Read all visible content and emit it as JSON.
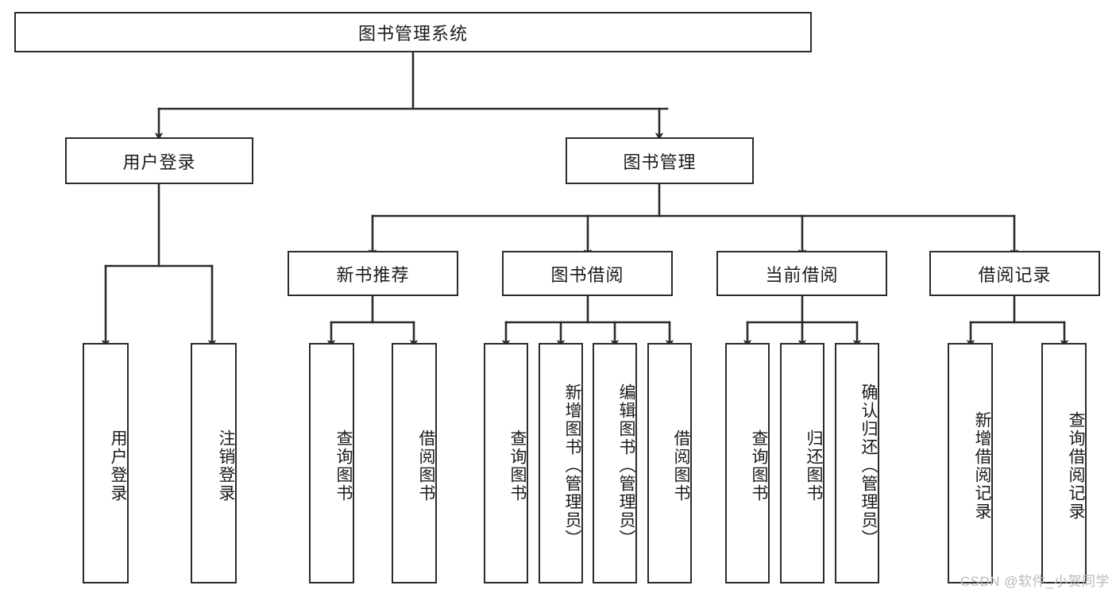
{
  "diagram": {
    "type": "tree-hierarchy-chart",
    "title": "图书管理系统",
    "watermark": "CSDN @软件_小贺同学",
    "colors": {
      "box_border": "#2b2b2b",
      "box_fill": "#ffffff",
      "line": "#2b2b2b",
      "text": "#1b1b1b",
      "watermark": "#b9b9b9"
    },
    "levels": {
      "root": {
        "label": "图书管理系统"
      },
      "level2": [
        {
          "id": "user-login",
          "label": "用户登录"
        },
        {
          "id": "book-manage",
          "label": "图书管理"
        }
      ],
      "level3": [
        {
          "id": "new-book-recommend",
          "label": "新书推荐",
          "parent": "book-manage"
        },
        {
          "id": "book-borrow",
          "label": "图书借阅",
          "parent": "book-manage"
        },
        {
          "id": "current-borrow",
          "label": "当前借阅",
          "parent": "book-manage"
        },
        {
          "id": "borrow-record",
          "label": "借阅记录",
          "parent": "book-manage"
        }
      ],
      "leaves": [
        {
          "id": "leaf-user-login",
          "label": "用户登录",
          "parent": "user-login"
        },
        {
          "id": "leaf-logout-login",
          "label": "注销登录",
          "parent": "user-login"
        },
        {
          "id": "leaf-query-book-1",
          "label": "查询图书",
          "parent": "new-book-recommend"
        },
        {
          "id": "leaf-borrow-book-1",
          "label": "借阅图书",
          "parent": "new-book-recommend"
        },
        {
          "id": "leaf-query-book-2",
          "label": "查询图书",
          "parent": "book-borrow"
        },
        {
          "id": "leaf-add-book",
          "label": "新增图书（管理员）",
          "parent": "book-borrow"
        },
        {
          "id": "leaf-edit-book",
          "label": "编辑图书（管理员）",
          "parent": "book-borrow"
        },
        {
          "id": "leaf-borrow-book-2",
          "label": "借阅图书",
          "parent": "book-borrow"
        },
        {
          "id": "leaf-query-book-3",
          "label": "查询图书",
          "parent": "current-borrow"
        },
        {
          "id": "leaf-return-book",
          "label": "归还图书",
          "parent": "current-borrow"
        },
        {
          "id": "leaf-confirm-return",
          "label": "确认归还（管理员）",
          "parent": "current-borrow"
        },
        {
          "id": "leaf-add-record",
          "label": "新增借阅记录",
          "parent": "borrow-record"
        },
        {
          "id": "leaf-query-record",
          "label": "查询借阅记录",
          "parent": "borrow-record"
        }
      ]
    }
  }
}
